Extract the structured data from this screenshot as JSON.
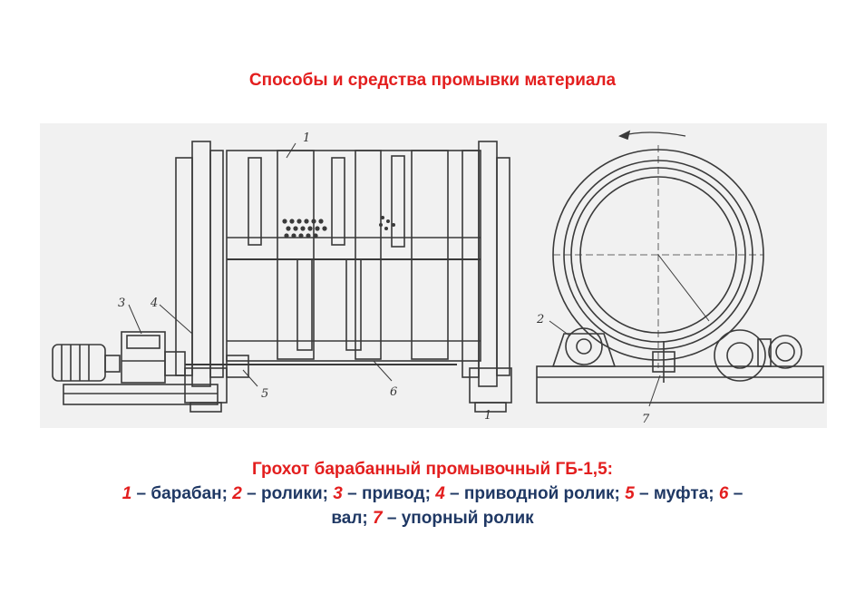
{
  "title": "Способы и средства промывки материала",
  "figure": {
    "labels": {
      "n1": "1",
      "n2": "2",
      "n3": "3",
      "n4": "4",
      "n5": "5",
      "n6": "6",
      "n7": "7"
    }
  },
  "caption": {
    "heading": "Грохот барабанный промывочный ГБ-1,5:",
    "legend": [
      {
        "num": "1",
        "text": " – барабан; "
      },
      {
        "num": "2",
        "text": " – ролики; "
      },
      {
        "num": "3",
        "text": " – привод; "
      },
      {
        "num": "4",
        "text": " – приводной ролик; "
      },
      {
        "num": "5",
        "text": " – муфта; "
      },
      {
        "num": "6",
        "text": " – "
      },
      {
        "num": "",
        "text": "вал; "
      },
      {
        "num": "7",
        "text": " – упорный ролик"
      }
    ]
  },
  "colors": {
    "accent_red": "#e31e1e",
    "text_navy": "#1f3864"
  }
}
